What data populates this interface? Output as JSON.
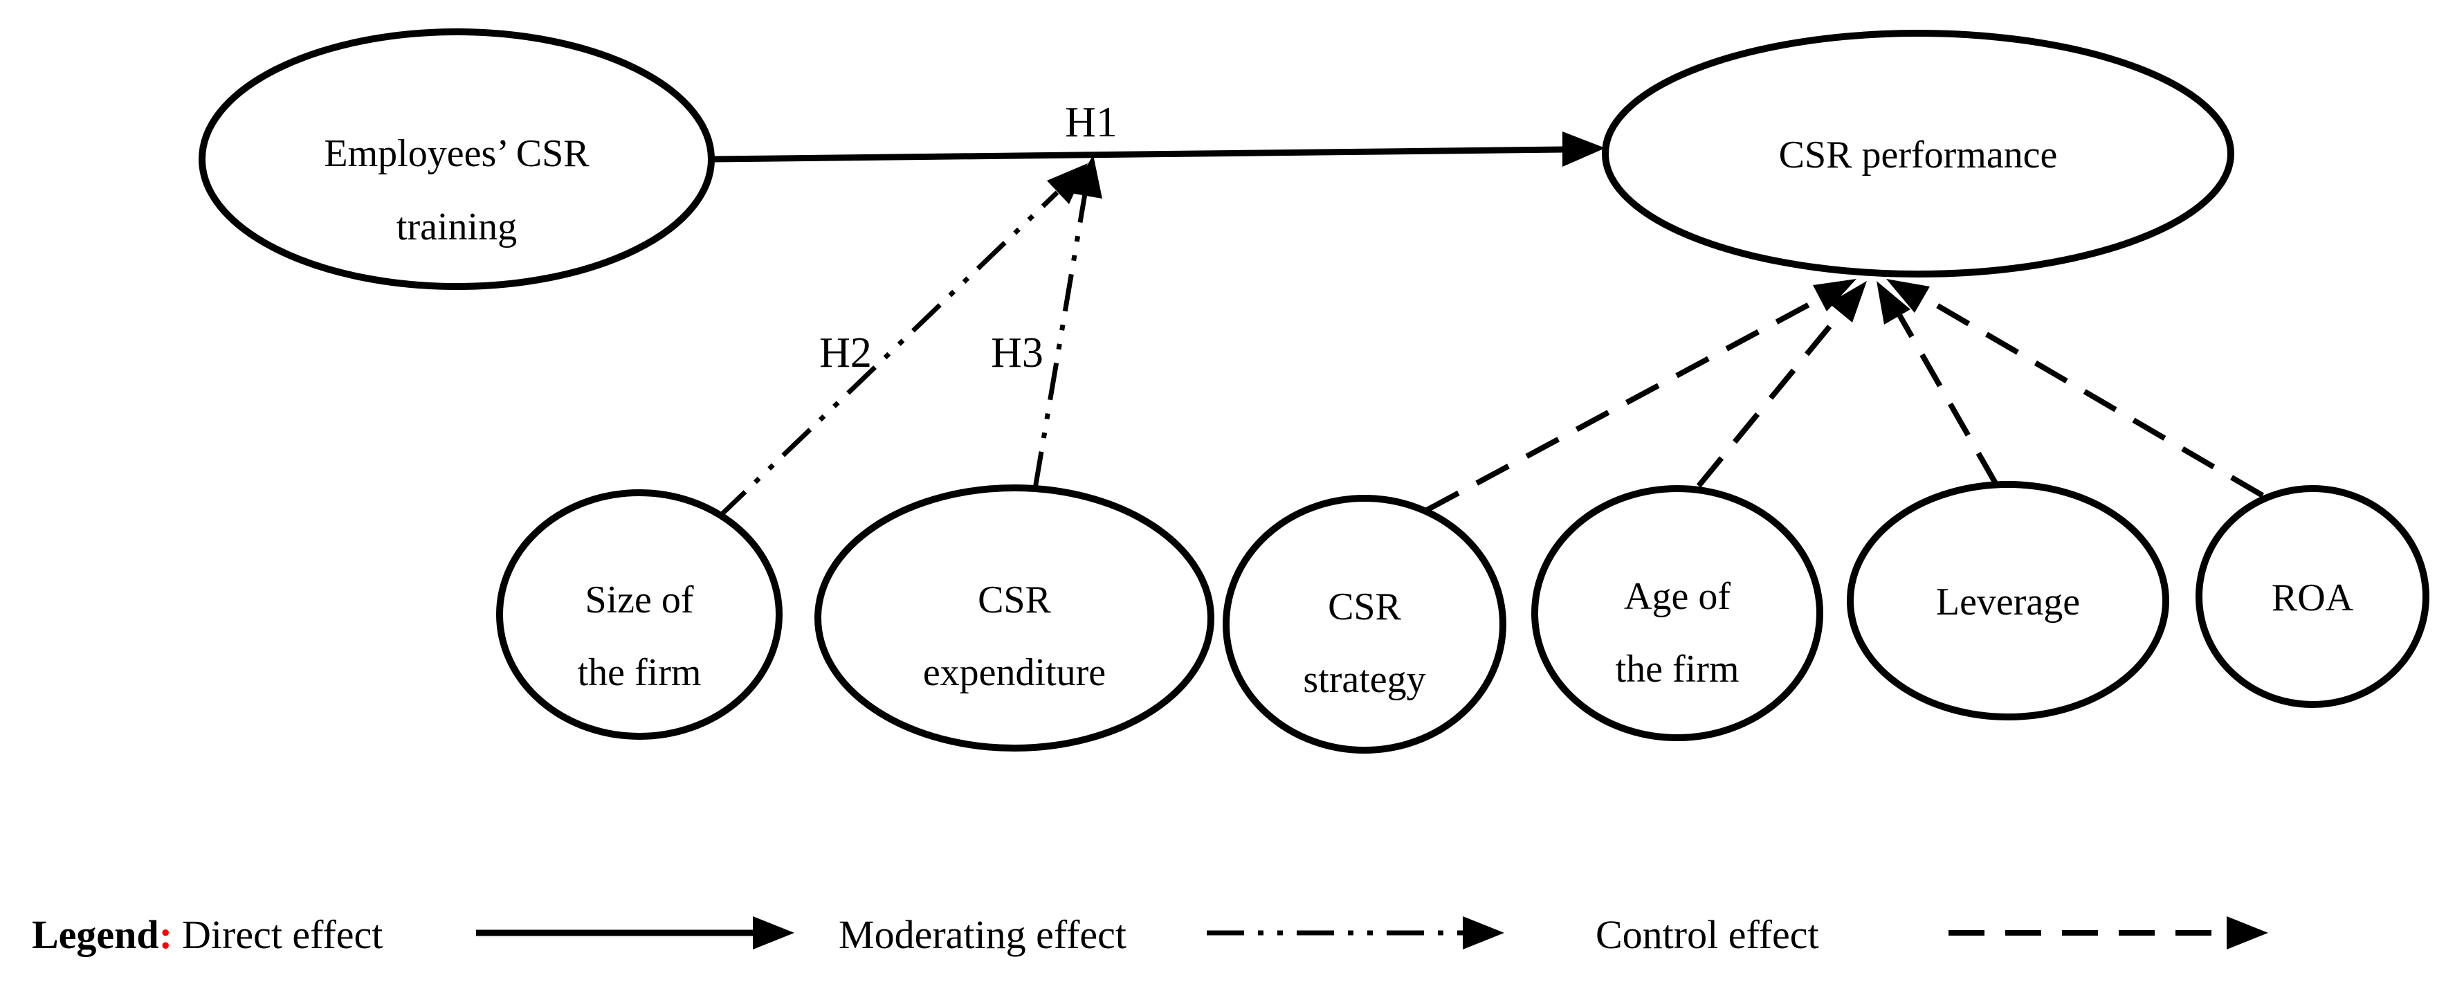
{
  "nodes": {
    "employees_csr_training": {
      "line1": "Employees’ CSR",
      "line2": "training"
    },
    "csr_performance": {
      "label": "CSR performance"
    },
    "size_of_the_firm": {
      "line1": "Size of",
      "line2": "the firm"
    },
    "csr_expenditure": {
      "line1": "CSR",
      "line2": "expenditure"
    },
    "csr_strategy": {
      "line1": "CSR",
      "line2": "strategy"
    },
    "age_of_the_firm": {
      "line1": "Age of",
      "line2": "the firm"
    },
    "leverage": {
      "label": "Leverage"
    },
    "roa": {
      "label": "ROA"
    }
  },
  "hypotheses": {
    "h1": "H1",
    "h2": "H2",
    "h3": "H3"
  },
  "legend": {
    "title": "Legend",
    "colon": ":",
    "direct_label": "Direct effect",
    "moderating_label": "Moderating effect",
    "control_label": "Control effect"
  },
  "colors": {
    "ink": "#000000",
    "background": "#ffffff",
    "legend_colon": "#ff0000"
  }
}
